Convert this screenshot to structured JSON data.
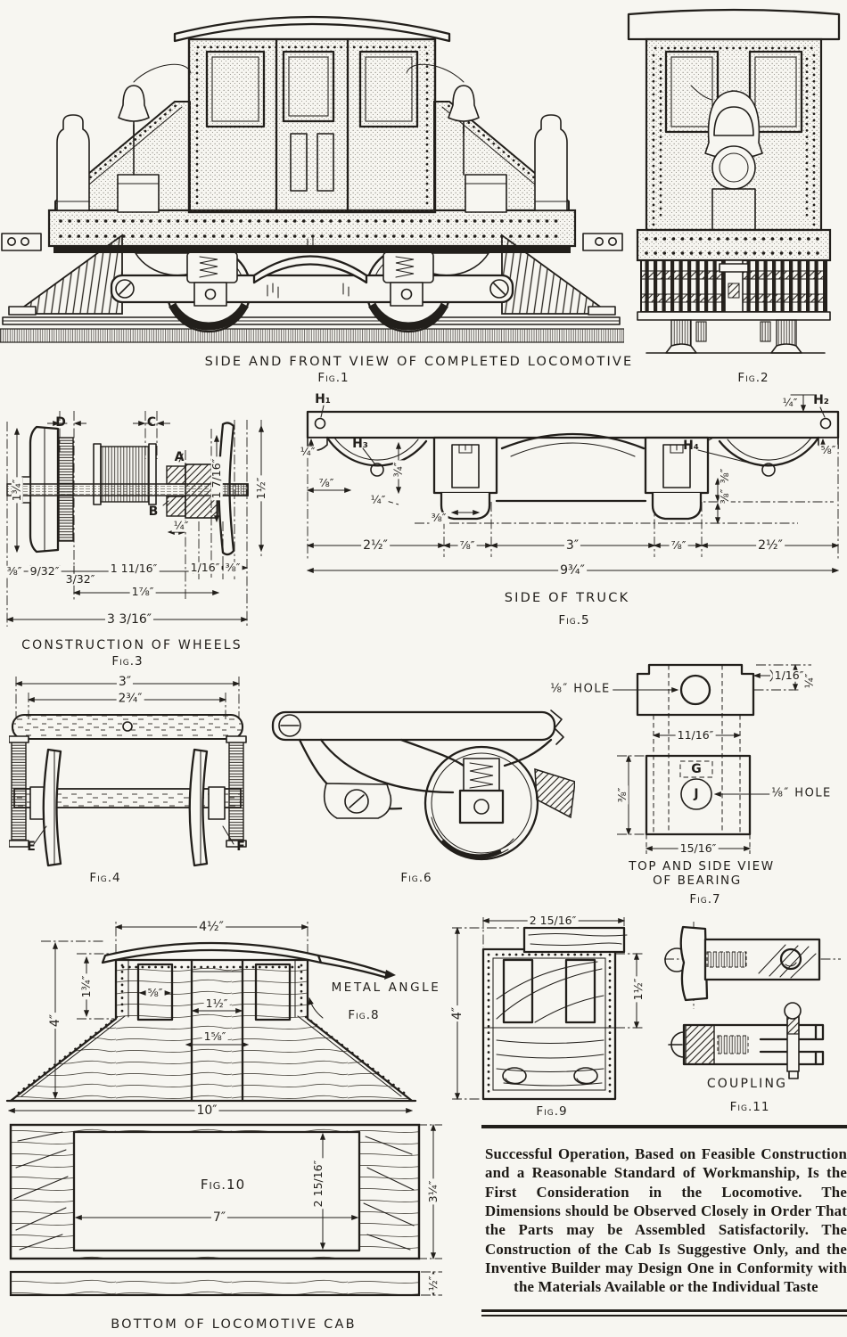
{
  "page": {
    "bg": "#f7f6f1",
    "ink": "#221f1b"
  },
  "captions": {
    "top": "SIDE AND FRONT VIEW OF COMPLETED LOCOMOTIVE",
    "fig1": "Fig.1",
    "fig2": "Fig.2",
    "fig3_title": "CONSTRUCTION OF WHEELS",
    "fig3": "Fig.3",
    "fig4": "Fig.4",
    "fig5_title": "SIDE OF TRUCK",
    "fig5": "Fig.5",
    "fig6": "Fig.6",
    "fig7_title1": "TOP AND SIDE VIEW",
    "fig7_title2": "OF BEARING",
    "fig7": "Fig.7",
    "fig8_note": "METAL ANGLE",
    "fig8": "Fig.8",
    "fig9": "Fig.9",
    "fig10_label": "Fig.10",
    "fig10_title": "BOTTOM OF LOCOMOTIVE CAB",
    "fig11_title": "COUPLING",
    "fig11": "Fig.11"
  },
  "fig3_dims": {
    "d": "D",
    "c": "C",
    "a": "A",
    "b": "B",
    "wheel_dia": "1¾″",
    "tread": "1 7/16″",
    "rim": "1½″",
    "hub_step": "¼″",
    "b1": "⅜″",
    "b2": "9/32″",
    "b3": "3/32″",
    "b4": "1 11/16″",
    "b5": "1⅞″",
    "b6": "1/16″",
    "b7": "⅜″",
    "total": "3 3/16″"
  },
  "fig4_dims": {
    "outer": "3″",
    "inner": "2¾″",
    "e": "E",
    "f": "F"
  },
  "fig5_dims": {
    "h1": "H₁",
    "h2": "H₂",
    "h3": "H₃",
    "h4": "H₄",
    "q_left": "¼″",
    "q_right": "¼″",
    "end_l": "⅞″",
    "wing_depth": "¾″",
    "q_mid": "¼″",
    "slot": "⅜″",
    "edge": "⅝″",
    "r1": "⅜″",
    "r2": "⅜″",
    "s1": "2½″",
    "s2": "⅞″",
    "s3": "3″",
    "s4": "⅞″",
    "s5": "2½″",
    "total": "9¾″"
  },
  "fig7_dims": {
    "hole_left": "⅛″ HOLE",
    "off": "1/16″",
    "q": "¼″",
    "w_top": "11/16″",
    "g": "G",
    "j": "J",
    "side_h": "⅜″",
    "hole_right": "⅛″ HOLE",
    "w_bot": "15/16″"
  },
  "fig8_dims": {
    "top": "4½″",
    "cab_h": "1¾″",
    "h": "4″",
    "win": "⅝″",
    "door": "1½″",
    "door_o": "1⅝″",
    "base": "10″"
  },
  "fig9_dims": {
    "top": "2 15/16″",
    "h": "4″",
    "band": "1½″"
  },
  "fig10_dims": {
    "w": "7″",
    "inner_h": "2 15/16″",
    "h": "3¼″",
    "slat": "½″"
  },
  "note": {
    "text": "Successful Operation, Based on Feasible Construction and a Reasonable Standard of Workmanship, Is the First Consideration in the Locomotive.  The Dimensions should be Observed Closely in Order That the Parts may be Assembled Satisfactorily.  The Construction of the Cab Is Suggestive Only, and the Inventive Builder may Design One in Conformity with the Materials Available or the Individual Taste"
  }
}
